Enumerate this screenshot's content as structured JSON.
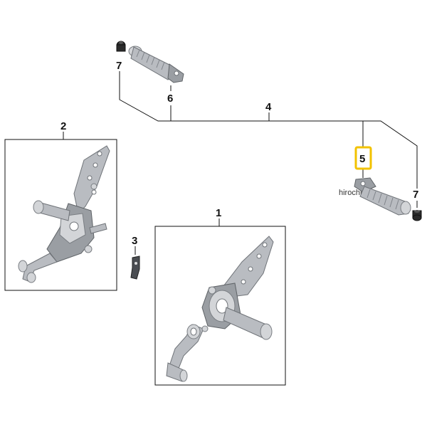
{
  "callouts": {
    "part_1": "1",
    "part_2": "2",
    "part_3": "3",
    "part_4": "4",
    "part_5": "5",
    "part_6": "6",
    "part_7_left": "7",
    "part_7_right": "7"
  },
  "highlight": {
    "part": "5",
    "color": "#f2c200"
  },
  "watermark": "hirochi",
  "icons": {
    "footrest_rider": "footrest-assembly-icon",
    "footrest_passenger": "footrest-bracket-icon",
    "bracket": "small-bracket-icon",
    "footpeg": "footpeg-icon",
    "rubber_cap": "rubber-cap-icon"
  }
}
